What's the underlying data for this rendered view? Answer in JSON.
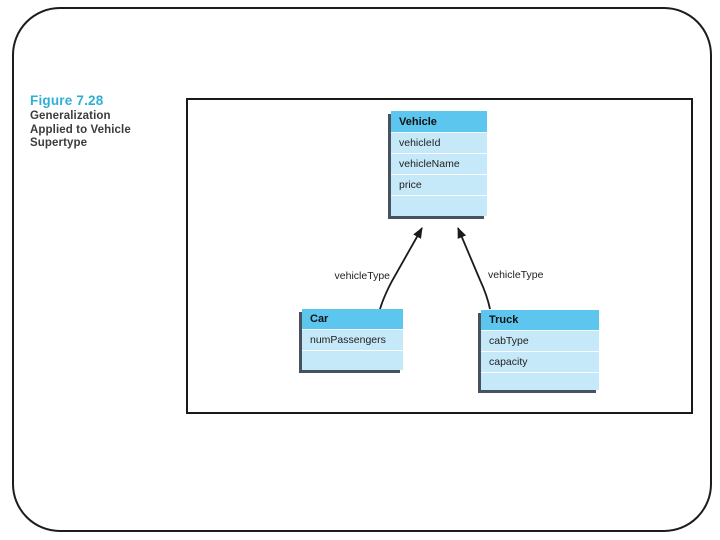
{
  "figure": {
    "number": "Figure 7.28",
    "caption_lines": [
      "Generalization",
      "Applied to Vehicle",
      "Supertype"
    ]
  },
  "diagram": {
    "supertype": {
      "title": "Vehicle",
      "attributes": [
        "vehicleId",
        "vehicleName",
        "price"
      ]
    },
    "subtypes": [
      {
        "title": "Car",
        "attributes": [
          "numPassengers"
        ]
      },
      {
        "title": "Truck",
        "attributes": [
          "cabType",
          "capacity"
        ]
      }
    ],
    "relationship_labels": {
      "left": "vehicleType",
      "right": "vehicleType"
    }
  },
  "colors": {
    "header_blue": "#5cc6ef",
    "body_blue": "#c6e9fa",
    "shadow": "#46535f",
    "teal": "#2fb0d2",
    "caption_ink": "#3c3c3c",
    "line_ink": "#1a1a1a"
  }
}
